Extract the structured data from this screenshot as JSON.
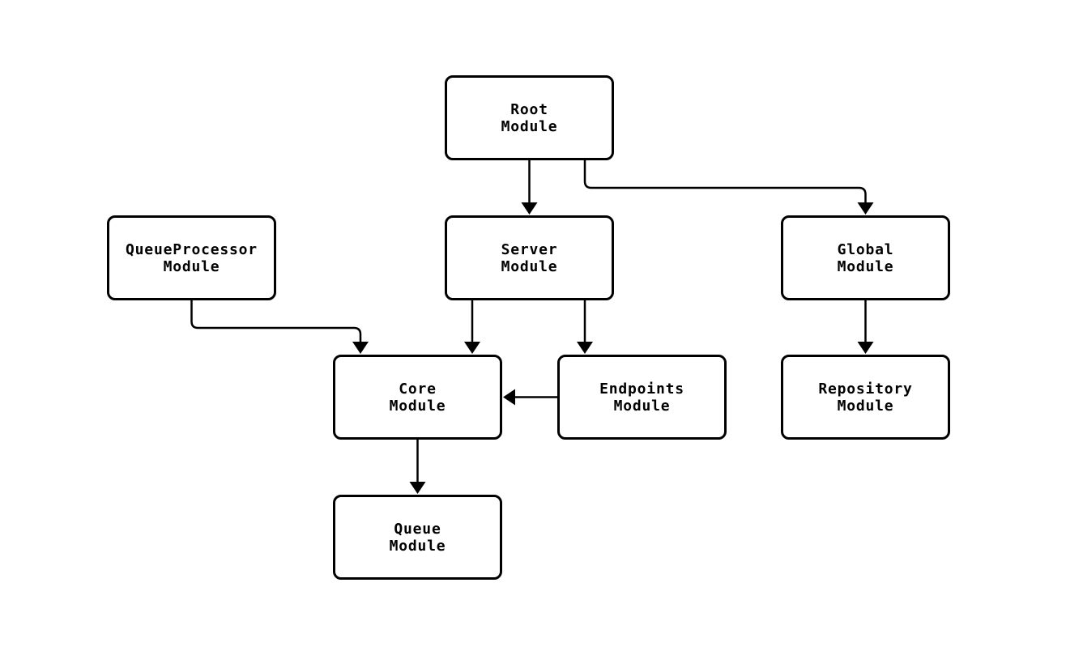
{
  "diagram": {
    "type": "module-dependency-flowchart",
    "background_color": "#ffffff",
    "node_fill_color": "#ffffff",
    "node_border_color": "#000000",
    "edge_color": "#000000",
    "text_color": "#000000",
    "nodes": [
      {
        "id": "root-module",
        "label": "Root\nModule"
      },
      {
        "id": "server-module",
        "label": "Server\nModule"
      },
      {
        "id": "queueprocessor-module",
        "label": "QueueProcessor\nModule"
      },
      {
        "id": "global-module",
        "label": "Global\nModule"
      },
      {
        "id": "core-module",
        "label": "Core\nModule"
      },
      {
        "id": "endpoints-module",
        "label": "Endpoints\nModule"
      },
      {
        "id": "repository-module",
        "label": "Repository\nModule"
      },
      {
        "id": "queue-module",
        "label": "Queue\nModule"
      }
    ],
    "edges": [
      {
        "from": "root-module",
        "to": "server-module"
      },
      {
        "from": "root-module",
        "to": "global-module"
      },
      {
        "from": "queueprocessor-module",
        "to": "core-module"
      },
      {
        "from": "server-module",
        "to": "core-module"
      },
      {
        "from": "server-module",
        "to": "endpoints-module"
      },
      {
        "from": "endpoints-module",
        "to": "core-module"
      },
      {
        "from": "global-module",
        "to": "repository-module"
      },
      {
        "from": "core-module",
        "to": "queue-module"
      }
    ]
  }
}
